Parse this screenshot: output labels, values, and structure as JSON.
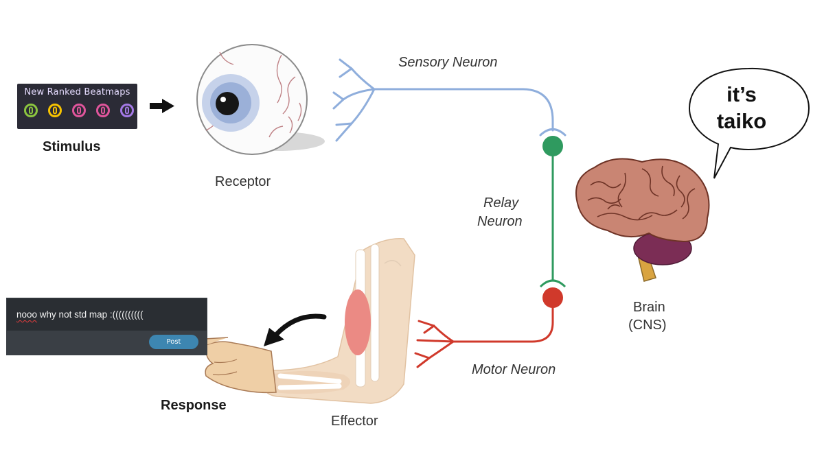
{
  "stimulus": {
    "card_title": "New Ranked Beatmaps",
    "mode_icons": [
      {
        "name": "osu-mode-icon",
        "color": "#8cc63f"
      },
      {
        "name": "taiko-mode-icon",
        "color": "#f7c300"
      },
      {
        "name": "catch-mode-icon",
        "color": "#e0559b"
      },
      {
        "name": "mania-mode-icon",
        "color": "#e0559b"
      },
      {
        "name": "fifth-mode-icon",
        "color": "#a479e6"
      }
    ],
    "label": "Stimulus"
  },
  "receptor": {
    "label": "Receptor"
  },
  "neurons": {
    "sensory": {
      "label": "Sensory Neuron",
      "color": "#8faedc"
    },
    "relay": {
      "label_line1": "Relay",
      "label_line2": "Neuron",
      "color": "#2f9a5f"
    },
    "motor": {
      "label": "Motor Neuron",
      "color": "#d0392b"
    }
  },
  "brain": {
    "label_line1": "Brain",
    "label_line2": "(CNS)"
  },
  "speech_bubble": {
    "line1": "it’s",
    "line2": "taiko"
  },
  "effector": {
    "label": "Effector"
  },
  "response": {
    "label": "Response",
    "comment_text_underlined": "nooo",
    "comment_text_rest": " why not std map :((((((((((",
    "post_label": "Post",
    "post_color": "#3d86b1"
  }
}
